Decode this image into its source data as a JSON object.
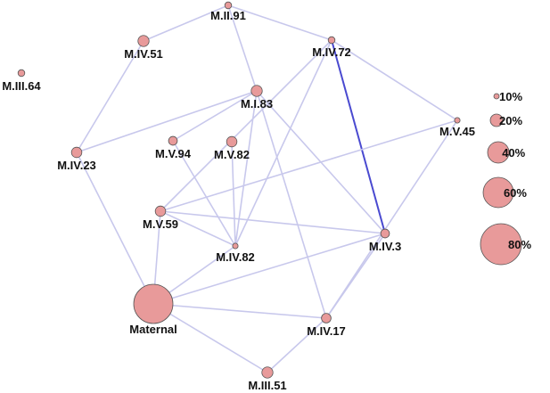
{
  "nodes": [
    {
      "id": "M.II.91",
      "label": "M.II.91",
      "size": 0.03
    },
    {
      "id": "M.IV.51",
      "label": "M.IV.51",
      "size": 0.08
    },
    {
      "id": "M.IV.72",
      "label": "M.IV.72",
      "size": 0.03
    },
    {
      "id": "M.III.64",
      "label": "M.III.64",
      "size": 0.03
    },
    {
      "id": "M.I.83",
      "label": "M.I.83",
      "size": 0.08
    },
    {
      "id": "M.V.45",
      "label": "M.V.45",
      "size": 0.02
    },
    {
      "id": "M.V.94",
      "label": "M.V.94",
      "size": 0.05
    },
    {
      "id": "M.V.82",
      "label": "M.V.82",
      "size": 0.07
    },
    {
      "id": "M.IV.23",
      "label": "M.IV.23",
      "size": 0.07
    },
    {
      "id": "M.V.59",
      "label": "M.V.59",
      "size": 0.07
    },
    {
      "id": "M.IV.82",
      "label": "M.IV.82",
      "size": 0.02
    },
    {
      "id": "M.IV.3",
      "label": "M.IV.3",
      "size": 0.05
    },
    {
      "id": "Maternal",
      "label": "Maternal",
      "size": 1.0
    },
    {
      "id": "M.IV.17",
      "label": "M.IV.17",
      "size": 0.06
    },
    {
      "id": "M.III.51",
      "label": "M.III.51",
      "size": 0.08
    }
  ],
  "edges": [
    {
      "source": "M.II.91",
      "target": "M.IV.51",
      "strong": false
    },
    {
      "source": "M.II.91",
      "target": "M.IV.72",
      "strong": false
    },
    {
      "source": "M.II.91",
      "target": "M.I.83",
      "strong": false
    },
    {
      "source": "M.IV.51",
      "target": "M.IV.23",
      "strong": false
    },
    {
      "source": "M.IV.72",
      "target": "M.V.45",
      "strong": false
    },
    {
      "source": "M.IV.72",
      "target": "M.IV.3",
      "strong": true
    },
    {
      "source": "M.IV.72",
      "target": "M.IV.82",
      "strong": false
    },
    {
      "source": "M.IV.72",
      "target": "M.V.59",
      "strong": false
    },
    {
      "source": "M.I.83",
      "target": "M.IV.23",
      "strong": false
    },
    {
      "source": "M.I.83",
      "target": "M.V.94",
      "strong": false
    },
    {
      "source": "M.I.83",
      "target": "M.IV.3",
      "strong": false
    },
    {
      "source": "M.I.83",
      "target": "M.IV.17",
      "strong": false
    },
    {
      "source": "M.I.83",
      "target": "M.IV.82",
      "strong": false
    },
    {
      "source": "M.V.94",
      "target": "M.IV.82",
      "strong": false
    },
    {
      "source": "M.V.82",
      "target": "M.IV.82",
      "strong": false
    },
    {
      "source": "M.V.45",
      "target": "M.V.59",
      "strong": false
    },
    {
      "source": "M.V.45",
      "target": "M.IV.17",
      "strong": false
    },
    {
      "source": "M.V.59",
      "target": "M.IV.82",
      "strong": false
    },
    {
      "source": "M.V.59",
      "target": "M.IV.3",
      "strong": false
    },
    {
      "source": "M.IV.23",
      "target": "Maternal",
      "strong": false
    },
    {
      "source": "M.IV.82",
      "target": "Maternal",
      "strong": false
    },
    {
      "source": "M.IV.3",
      "target": "Maternal",
      "strong": false
    },
    {
      "source": "M.IV.3",
      "target": "M.IV.17",
      "strong": false
    },
    {
      "source": "Maternal",
      "target": "M.V.59",
      "strong": false
    },
    {
      "source": "Maternal",
      "target": "M.IV.17",
      "strong": false
    },
    {
      "source": "Maternal",
      "target": "M.III.51",
      "strong": false
    },
    {
      "source": "M.IV.17",
      "target": "M.III.51",
      "strong": false
    }
  ],
  "legend": [
    {
      "label": "10%",
      "value": 10
    },
    {
      "label": "20%",
      "value": 20
    },
    {
      "label": "40%",
      "value": 40
    },
    {
      "label": "60%",
      "value": 60
    },
    {
      "label": "80%",
      "value": 80
    }
  ],
  "colors": {
    "node_fill": "#e89a9a",
    "node_stroke": "#555555",
    "edge": "#c8c8ec",
    "edge_strong": "#4a4ad0",
    "label": "#111111"
  }
}
